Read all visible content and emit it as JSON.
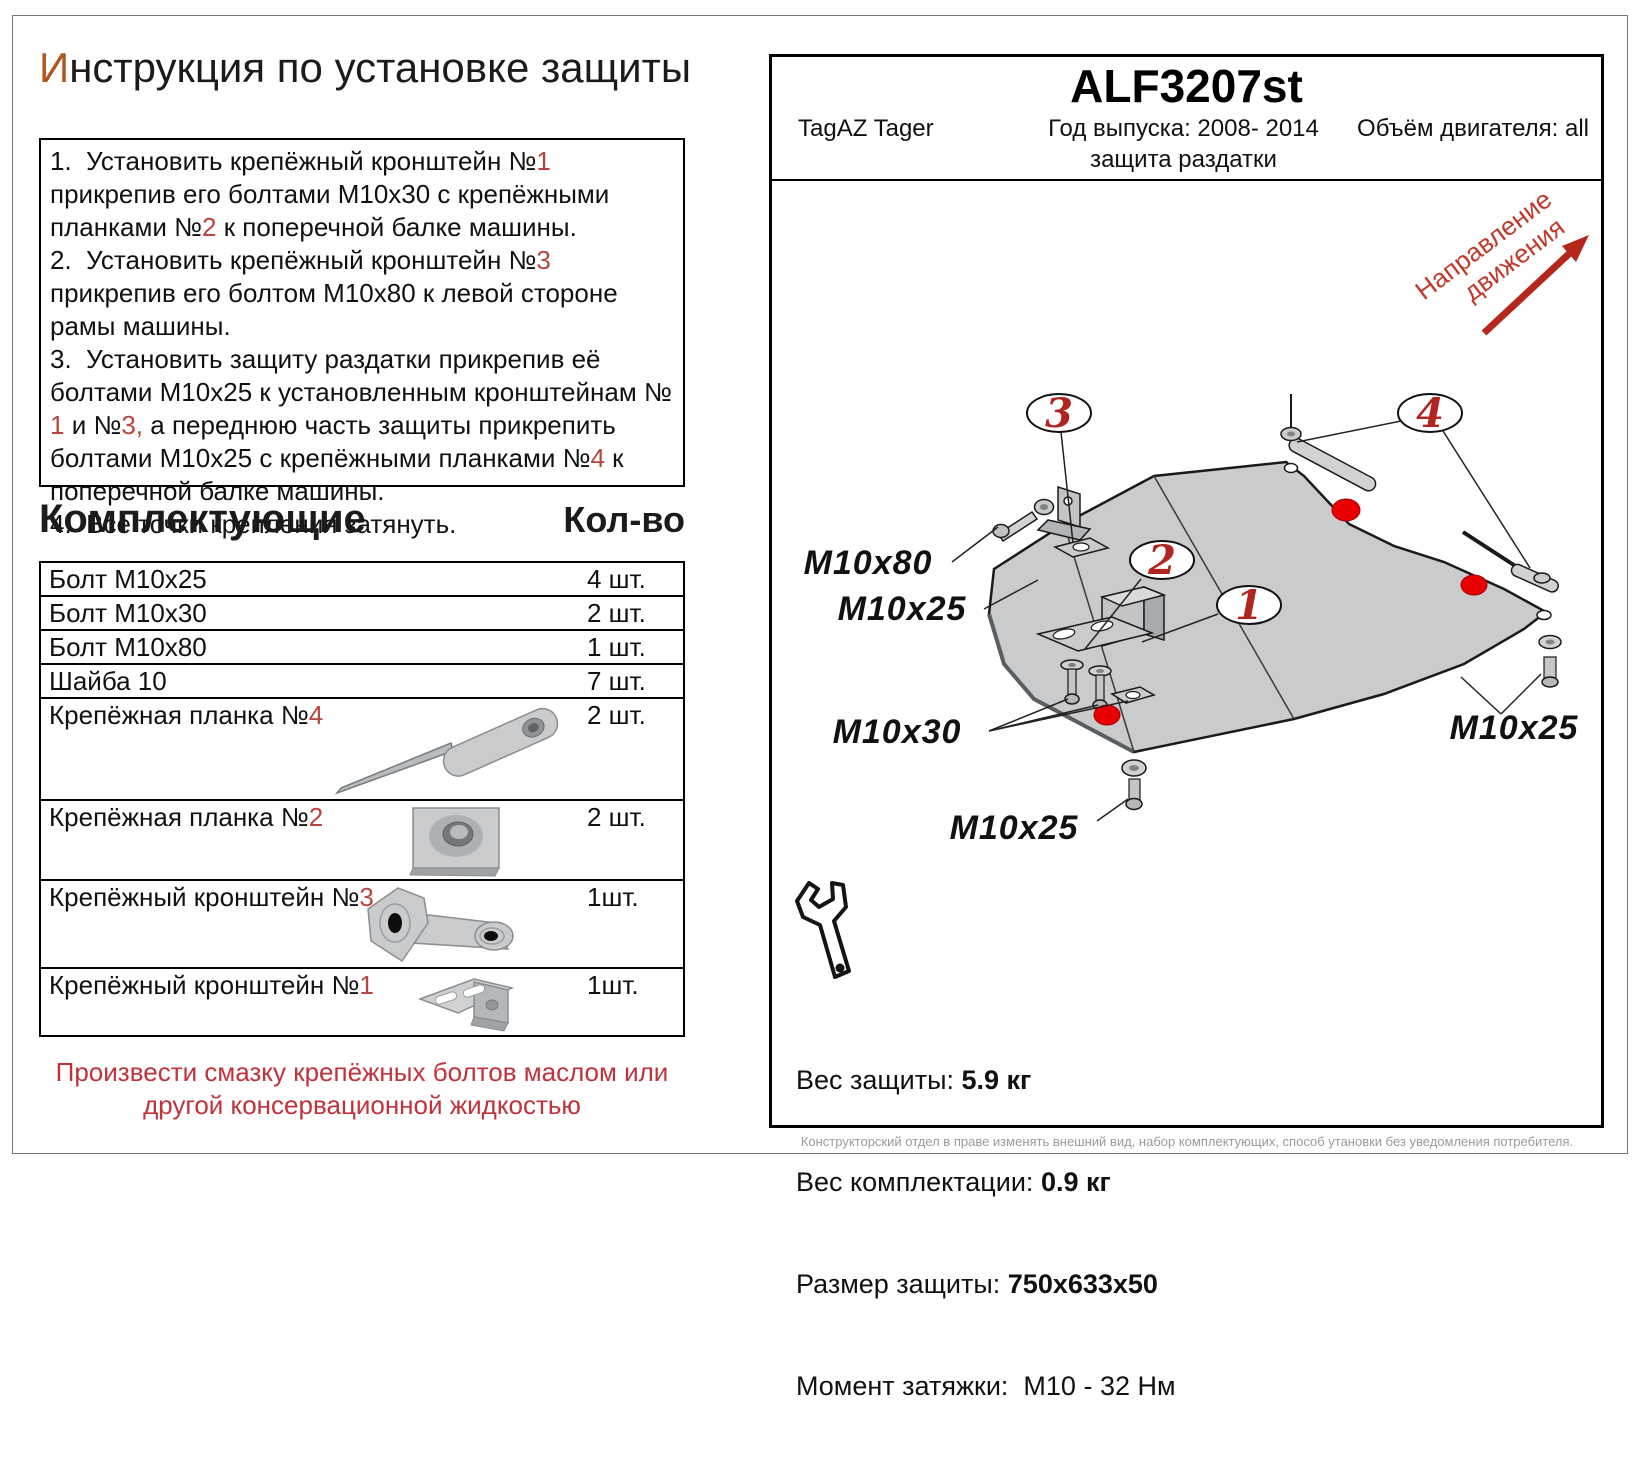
{
  "title": {
    "initial": "И",
    "rest": "нструкция по установке защиты"
  },
  "instructions": {
    "i1": {
      "p1": "1.  Установить крепёжный кронштейн №",
      "n1": "1",
      "p2": " прикрепив его болтами М10х30 с крепёжными планками №",
      "n2": "2",
      "p3": " к поперечной балке машины."
    },
    "i2": {
      "p1": "2.  Установить крепёжный кронштейн №",
      "n1": "3",
      "p2": " прикрепив его болтом М10х80 к левой стороне рамы машины."
    },
    "i3": {
      "p1": "3.  Установить защиту раздатки прикрепив её болтами М10х25 к установленным кронштейнам № ",
      "n1": "1",
      "p2": " и №",
      "n2": "3,",
      "p3": " а переднюю часть защиты прикрепить болтами М10х25 с крепёжными планками №",
      "n3": "4",
      "p4": " к поперечной балке машины."
    },
    "i4": {
      "p1": "4.  Все точки крепления затянуть."
    }
  },
  "parts": {
    "heading": "Комплектующие",
    "qty_heading": "Кол-во",
    "rows": [
      {
        "name": "Болт М10х25",
        "num": "",
        "qty": "4 шт."
      },
      {
        "name": "Болт М10х30",
        "num": "",
        "qty": "2 шт."
      },
      {
        "name": "Болт М10х80",
        "num": "",
        "qty": "1 шт."
      },
      {
        "name": "Шайба 10",
        "num": "",
        "qty": "7 шт."
      },
      {
        "name": "Крепёжная планка №",
        "num": "4",
        "qty": "2 шт."
      },
      {
        "name": "Крепёжная планка №",
        "num": "2",
        "qty": "2 шт."
      },
      {
        "name": "Крепёжный кронштейн №",
        "num": "3",
        "qty": "1шт."
      },
      {
        "name": "Крепёжный кронштейн №",
        "num": "1",
        "qty": "1шт."
      }
    ]
  },
  "note": {
    "line": "Произвести смазку крепёжных болтов маслом или другой консервационной жидкостью"
  },
  "panel": {
    "code": "ALF3207st",
    "model": "TagAZ Tager",
    "year": "Год выпуска: 2008- 2014",
    "engine": "Объём двигателя: all",
    "subtitle": "защита раздатки"
  },
  "diagram": {
    "direction_line1": "Направление",
    "direction_line2": "движения",
    "callout1": "1",
    "callout2": "2",
    "callout3": "3",
    "callout4": "4",
    "label_m10x80": "M10x80",
    "label_m10x25_left": "M10x25",
    "label_m10x30": "M10x30",
    "label_m10x25_bottom": "M10x25",
    "label_m10x25_right": "M10x25"
  },
  "specs": {
    "weight_label": "Вес защиты: ",
    "weight_value": "5.9 кг",
    "kit_label": "Вес комплектации: ",
    "kit_value": "0.9 кг",
    "size_label": "Размер защиты: ",
    "size_value": "750х633х50",
    "torque_label": "Момент затяжки:  ",
    "torque_value": "М10 - 32 Нм"
  },
  "footer": {
    "disclaimer": "Конструкторский отдел в праве изменять внешний вид, набор комплектующих, способ утановки без уведомления потребителя."
  }
}
